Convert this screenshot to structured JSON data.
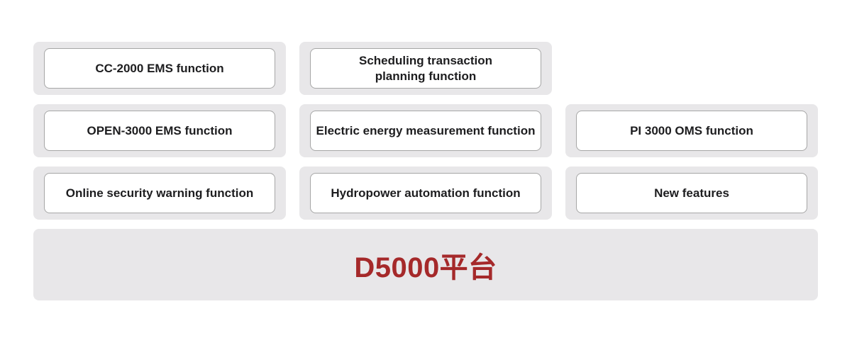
{
  "colors": {
    "page_bg": "#ffffff",
    "outer_box_bg": "#e8e7e9",
    "inner_box_bg": "#ffffff",
    "inner_box_border": "#a6a6a6",
    "label_text": "#1d1d1f",
    "platform_title": "#a5292a"
  },
  "rows": [
    {
      "boxes": [
        {
          "label": "CC-2000 EMS function"
        },
        {
          "label": "Scheduling transaction\nplanning function"
        }
      ]
    },
    {
      "boxes": [
        {
          "label": "OPEN-3000 EMS function"
        },
        {
          "label": "Electric energy measurement function"
        },
        {
          "label": "PI 3000 OMS function"
        }
      ]
    },
    {
      "boxes": [
        {
          "label": "Online security warning function"
        },
        {
          "label": "Hydropower automation function"
        },
        {
          "label": "New features"
        }
      ]
    }
  ],
  "platform_bar": {
    "title": "D5000平台"
  }
}
